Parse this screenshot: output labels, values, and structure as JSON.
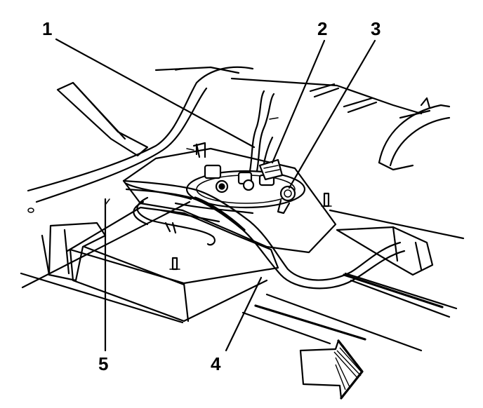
{
  "diagram": {
    "callouts": [
      {
        "id": "1",
        "label": "1"
      },
      {
        "id": "2",
        "label": "2"
      },
      {
        "id": "3",
        "label": "3"
      },
      {
        "id": "4",
        "label": "4"
      },
      {
        "id": "5",
        "label": "5"
      }
    ],
    "direction_indicator": "arrow-icon"
  }
}
